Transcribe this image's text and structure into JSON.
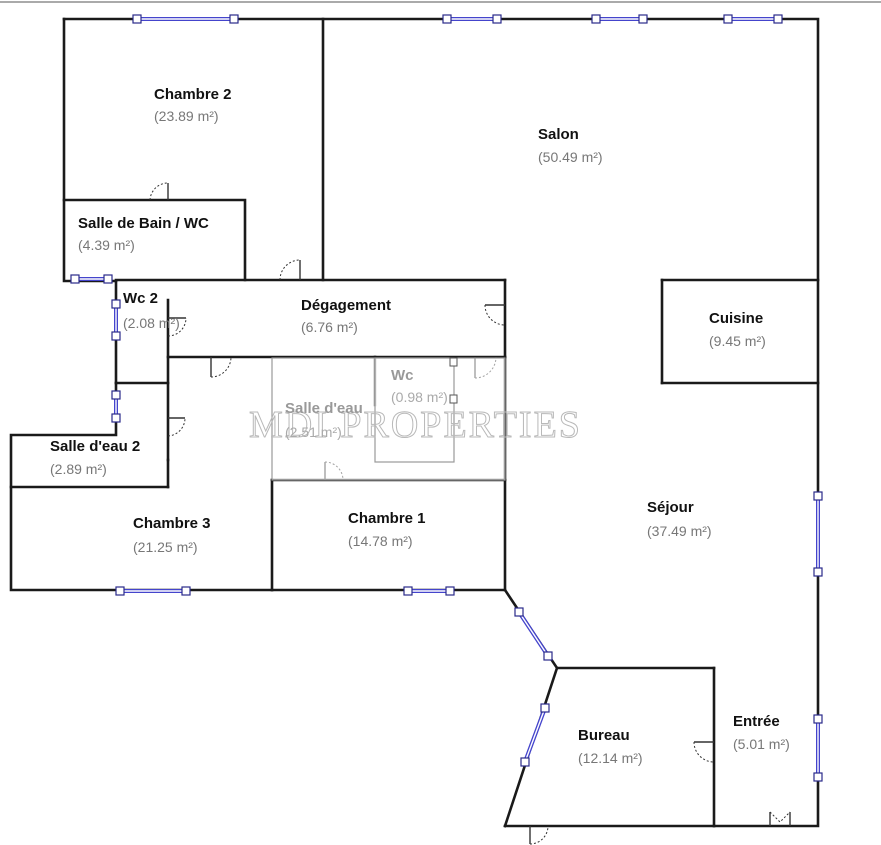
{
  "rooms": [
    {
      "id": "chambre-2",
      "name": "Chambre 2",
      "area": "(23.89 m²)"
    },
    {
      "id": "salon",
      "name": "Salon",
      "area": "(50.49 m²)"
    },
    {
      "id": "salle-de-bain-wc",
      "name": "Salle de Bain / WC",
      "area": "(4.39 m²)"
    },
    {
      "id": "wc-2",
      "name": "Wc 2",
      "area": "(2.08 m²)"
    },
    {
      "id": "degagement",
      "name": "Dégagement",
      "area": "(6.76 m²)"
    },
    {
      "id": "cuisine",
      "name": "Cuisine",
      "area": "(9.45 m²)"
    },
    {
      "id": "wc",
      "name": "Wc",
      "area": "(0.98 m²)"
    },
    {
      "id": "salle-deau",
      "name": "Salle d'eau",
      "area": "(2.51 m²)"
    },
    {
      "id": "salle-deau-2",
      "name": "Salle d'eau 2",
      "area": "(2.89 m²)"
    },
    {
      "id": "chambre-3",
      "name": "Chambre 3",
      "area": "(21.25 m²)"
    },
    {
      "id": "chambre-1",
      "name": "Chambre 1",
      "area": "(14.78 m²)"
    },
    {
      "id": "sejour",
      "name": "Séjour",
      "area": "(37.49 m²)"
    },
    {
      "id": "bureau",
      "name": "Bureau",
      "area": "(12.14 m²)"
    },
    {
      "id": "entree",
      "name": "Entrée",
      "area": "(5.01 m²)"
    }
  ],
  "watermark": "MDI PROPERTIES",
  "colors": {
    "wall": "#1a1a1a",
    "window": "#4444cc",
    "label": "#111111",
    "area": "#777777"
  }
}
